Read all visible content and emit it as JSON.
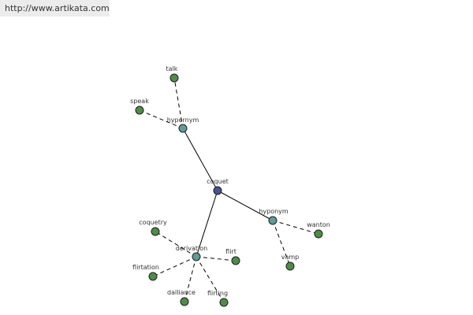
{
  "header": {
    "url": "http://www.artikata.com"
  },
  "graph": {
    "colors": {
      "root": "#4a5290",
      "relation": "#5f9c98",
      "leaf": "#4f8c48",
      "edge": "#000000"
    },
    "nodes": [
      {
        "id": "coquet",
        "label": "coquet",
        "kind": "root"
      },
      {
        "id": "hypernym",
        "label": "hypernym",
        "kind": "relation"
      },
      {
        "id": "hyponym",
        "label": "hyponym",
        "kind": "relation"
      },
      {
        "id": "derivation",
        "label": "derivation",
        "kind": "relation"
      },
      {
        "id": "talk",
        "label": "talk",
        "kind": "leaf"
      },
      {
        "id": "speak",
        "label": "speak",
        "kind": "leaf"
      },
      {
        "id": "wanton",
        "label": "wanton",
        "kind": "leaf"
      },
      {
        "id": "vamp",
        "label": "vamp",
        "kind": "leaf"
      },
      {
        "id": "coquetry",
        "label": "coquetry",
        "kind": "leaf"
      },
      {
        "id": "flirt",
        "label": "flirt",
        "kind": "leaf"
      },
      {
        "id": "flirtation",
        "label": "flirtation",
        "kind": "leaf"
      },
      {
        "id": "dalliance",
        "label": "dalliance",
        "kind": "leaf"
      },
      {
        "id": "flirting",
        "label": "flirting",
        "kind": "leaf"
      }
    ],
    "edges": [
      {
        "from": "coquet",
        "to": "hypernym",
        "style": "solid"
      },
      {
        "from": "coquet",
        "to": "hyponym",
        "style": "solid"
      },
      {
        "from": "coquet",
        "to": "derivation",
        "style": "solid"
      },
      {
        "from": "hypernym",
        "to": "talk",
        "style": "dashed"
      },
      {
        "from": "hypernym",
        "to": "speak",
        "style": "dashed"
      },
      {
        "from": "hyponym",
        "to": "wanton",
        "style": "dashed"
      },
      {
        "from": "hyponym",
        "to": "vamp",
        "style": "dashed"
      },
      {
        "from": "derivation",
        "to": "coquetry",
        "style": "dashed"
      },
      {
        "from": "derivation",
        "to": "flirt",
        "style": "dashed"
      },
      {
        "from": "derivation",
        "to": "flirtation",
        "style": "dashed"
      },
      {
        "from": "derivation",
        "to": "dalliance",
        "style": "dashed"
      },
      {
        "from": "derivation",
        "to": "flirting",
        "style": "dashed"
      }
    ]
  }
}
